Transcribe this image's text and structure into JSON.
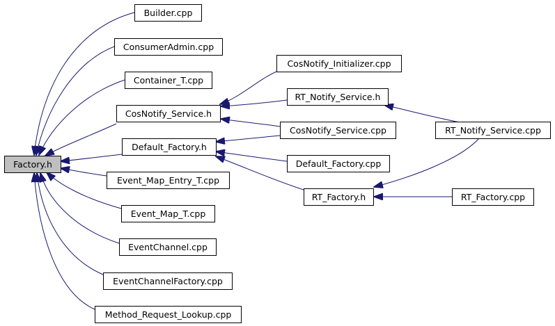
{
  "graph": {
    "colors": {
      "edge": "#191970",
      "root_fill": "#bfbfbf",
      "node_fill": "#ffffff",
      "border": "#000000"
    },
    "nodes": {
      "factory_h": "Factory.h",
      "builder_cpp": "Builder.cpp",
      "consumeradmin_cpp": "ConsumerAdmin.cpp",
      "container_t_cpp": "Container_T.cpp",
      "cosnotify_service_h": "CosNotify_Service.h",
      "default_factory_h": "Default_Factory.h",
      "event_map_entry_t_cpp": "Event_Map_Entry_T.cpp",
      "event_map_t_cpp": "Event_Map_T.cpp",
      "eventchannel_cpp": "EventChannel.cpp",
      "eventchannelfactory_cpp": "EventChannelFactory.cpp",
      "method_request_lookup_cpp": "Method_Request_Lookup.cpp",
      "cosnotify_initializer_cpp": "CosNotify_Initializer.cpp",
      "rt_notify_service_h": "RT_Notify_Service.h",
      "cosnotify_service_cpp": "CosNotify_Service.cpp",
      "default_factory_cpp": "Default_Factory.cpp",
      "rt_factory_h": "RT_Factory.h",
      "rt_notify_service_cpp": "RT_Notify_Service.cpp",
      "rt_factory_cpp": "RT_Factory.cpp"
    }
  }
}
